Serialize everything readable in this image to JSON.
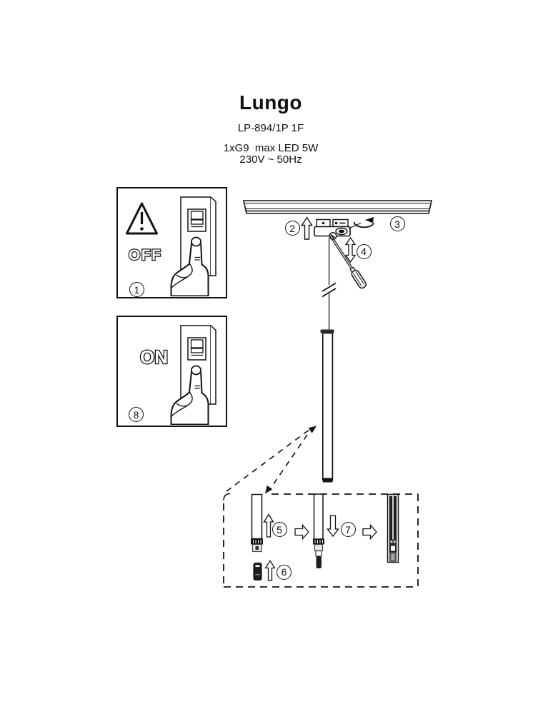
{
  "header": {
    "title": "Lungo",
    "model": "LP-894/1P 1F",
    "spec_line1": "1xG9  max LED 5W",
    "spec_line2": "230V ~ 50Hz"
  },
  "switch_panels": {
    "off_label": "OFF",
    "on_label": "ON"
  },
  "step_numbers": [
    "1",
    "2",
    "3",
    "4",
    "5",
    "6",
    "7",
    "8"
  ],
  "icons": {
    "warning-icon": "⚠",
    "rotate-icon": "↻",
    "arrow-up-icon": "↑",
    "arrow-down-icon": "↓",
    "arrow-right-icon": "→",
    "arrow-double-vertical-icon": "↕"
  },
  "colors": {
    "line": "#111111",
    "cable": "#8a8a8a",
    "background": "#ffffff"
  }
}
